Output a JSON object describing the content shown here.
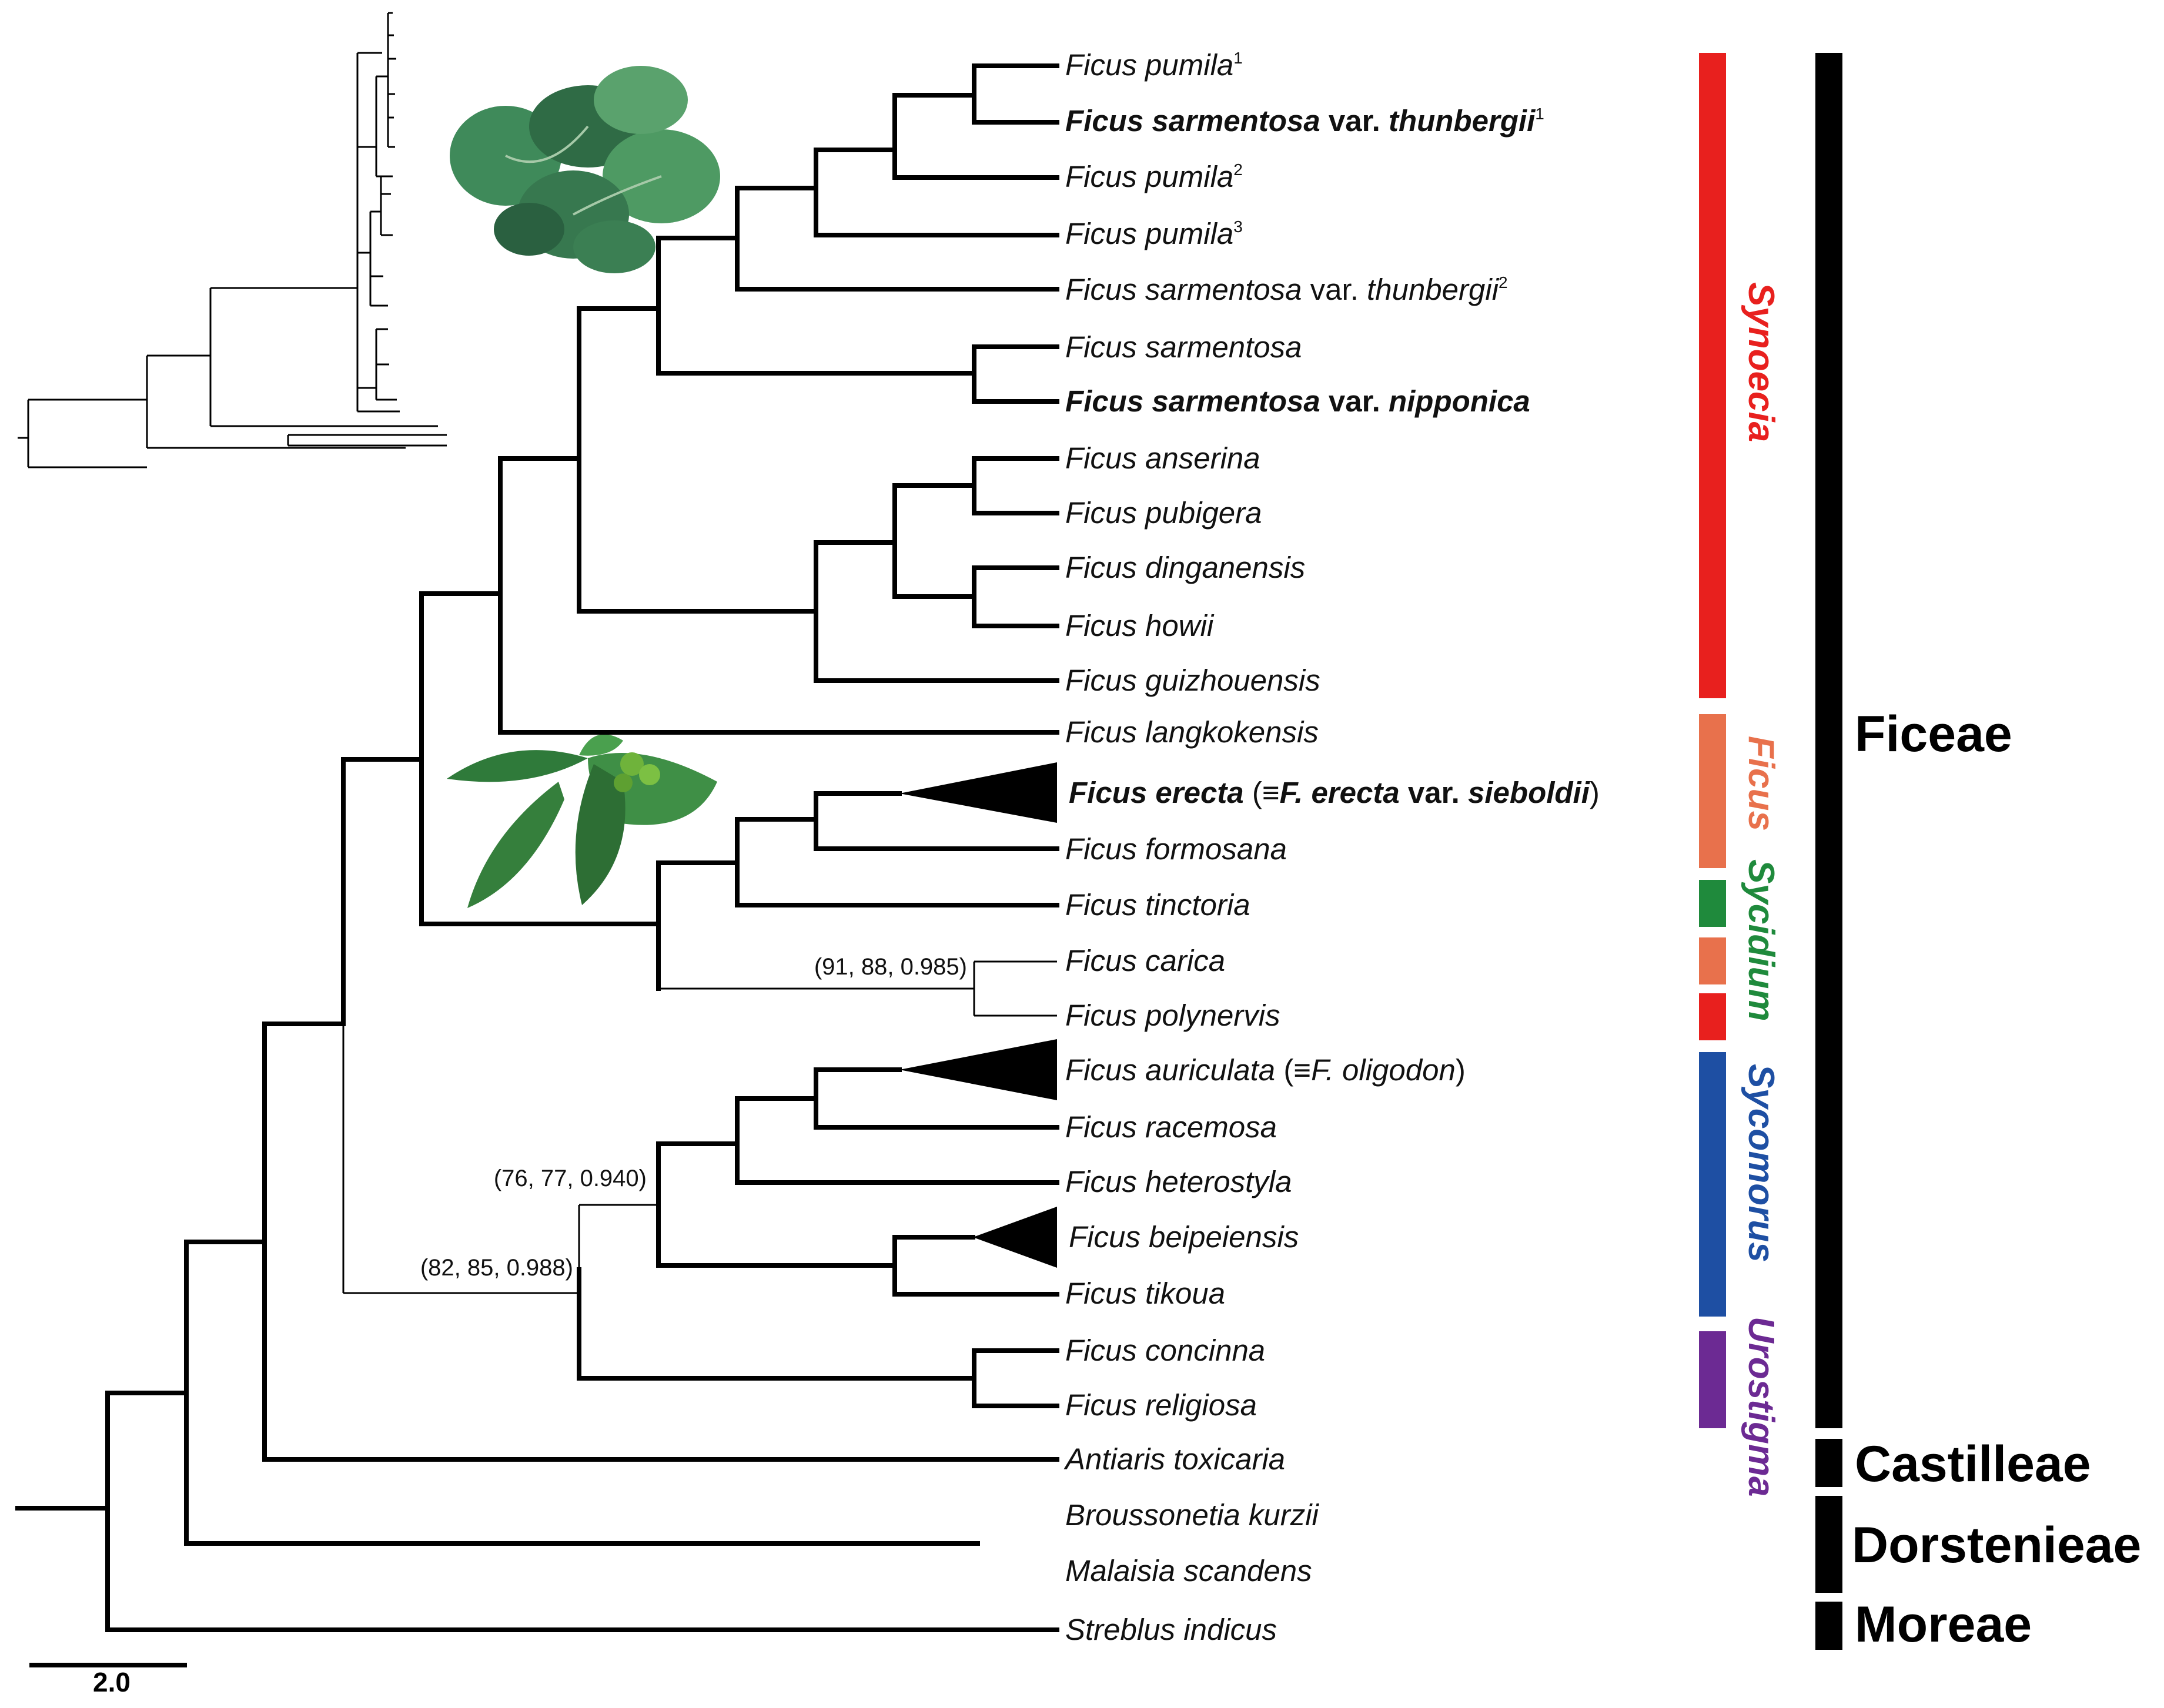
{
  "taxa": {
    "t1": {
      "genus": "Ficus",
      "epithet": "pumila",
      "sup": "1"
    },
    "t2": {
      "genus": "Ficus",
      "epithet": "sarmentosa",
      "rank": "var.",
      "infra": "thunbergii",
      "sup": "1"
    },
    "t3": {
      "genus": "Ficus",
      "epithet": "pumila",
      "sup": "2"
    },
    "t4": {
      "genus": "Ficus",
      "epithet": "pumila",
      "sup": "3"
    },
    "t5": {
      "genus": "Ficus",
      "epithet": "sarmentosa",
      "rank": "var.",
      "infra": "thunbergii",
      "sup": "2"
    },
    "t6": {
      "name": "Ficus sarmentosa"
    },
    "t7": {
      "genus": "Ficus",
      "epithet": "sarmentosa",
      "rank": "var.",
      "infra": "nipponica"
    },
    "t8": {
      "name": "Ficus anserina"
    },
    "t9": {
      "name": "Ficus pubigera"
    },
    "t10": {
      "name": "Ficus dinganensis"
    },
    "t11": {
      "name": "Ficus howii"
    },
    "t12": {
      "name": "Ficus guizhouensis"
    },
    "t13": {
      "name": "Ficus langkokensis"
    },
    "t14": {
      "name": "Ficus erecta",
      "syn_open": " (≡",
      "syn_genus": "F.",
      "syn_epithet": "erecta",
      "syn_rank": "var.",
      "syn_infra": "sieboldii",
      "syn_close": ")"
    },
    "t15": {
      "name": "Ficus formosana"
    },
    "t16": {
      "name": "Ficus tinctoria"
    },
    "t17": {
      "name": "Ficus carica"
    },
    "t18": {
      "name": "Ficus polynervis"
    },
    "t19": {
      "name": "Ficus auriculata",
      "syn_open": " (≡",
      "syn_name": "F. oligodon",
      "syn_close": ")"
    },
    "t20": {
      "name": "Ficus racemosa"
    },
    "t21": {
      "name": "Ficus heterostyla"
    },
    "t22": {
      "name": "Ficus beipeiensis"
    },
    "t23": {
      "name": "Ficus tikoua"
    },
    "t24": {
      "name": "Ficus concinna"
    },
    "t25": {
      "name": "Ficus religiosa"
    },
    "t26": {
      "name": "Antiaris toxicaria"
    },
    "t27": {
      "name": "Broussonetia kurzii"
    },
    "t28": {
      "name": "Malaisia scandens"
    },
    "t29": {
      "name": "Streblus indicus"
    }
  },
  "support": {
    "carica_clade": "(91, 88, 0.985)",
    "sycomorus_clade": "(76, 77, 0.940)",
    "sycomorus_urostigma_clade": "(82, 85, 0.988)"
  },
  "sections": {
    "synoecia": {
      "label": "Synoecia",
      "color": "#e8201e"
    },
    "ficus": {
      "label": "Ficus",
      "color": "#e8714c"
    },
    "sycidium": {
      "label": "Sycidium",
      "color": "#1f8a3c"
    },
    "sycomorus": {
      "label": "Sycomorus",
      "color": "#1e4fa3"
    },
    "urostigma": {
      "label": "Urostigma",
      "color": "#6c2a93"
    }
  },
  "tribes": {
    "ficeae": "Ficeae",
    "castilleae": "Castilleae",
    "dorstenieae": "Dorstenieae",
    "moreae": "Moreae"
  },
  "scale_bar": {
    "label": "2.0"
  },
  "colors": {
    "branch": "#000000",
    "inset_highlight": "#c0392b",
    "leaf_dark": "#2f6b45",
    "leaf_light": "#4e9a63"
  }
}
